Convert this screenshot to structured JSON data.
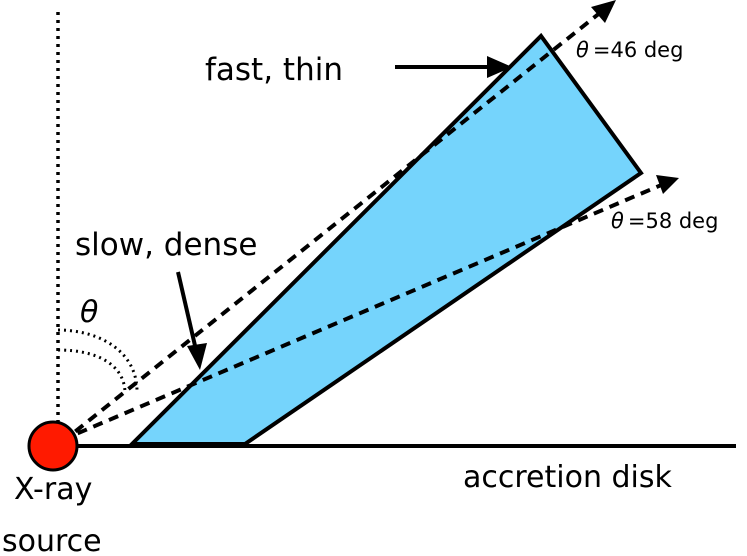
{
  "labels": {
    "fast_thin": "fast, thin",
    "slow_dense": "slow, dense",
    "theta_symbol": "θ",
    "theta_46": "=46 deg",
    "theta_58": "=58 deg",
    "accretion_disk": "accretion disk",
    "xray_line1": "X-ray",
    "xray_line2": "source"
  },
  "colors": {
    "wind_fill": "#75d4fc",
    "source_fill": "#ff1a00",
    "stroke": "#000000"
  }
}
